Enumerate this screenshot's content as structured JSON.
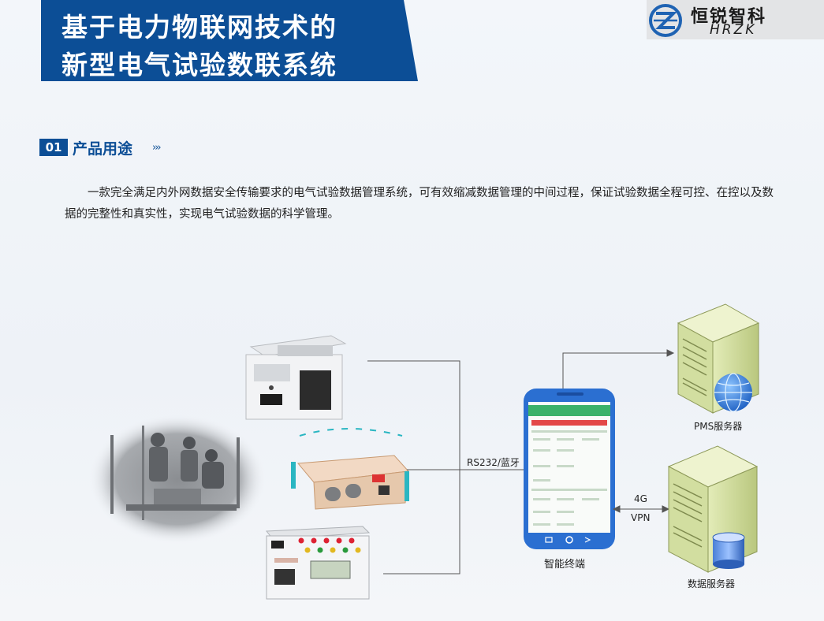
{
  "header": {
    "title_line1": "基于电力物联网技术的",
    "title_line2": "新型电气试验数联系统",
    "brand_cn": "恒锐智科",
    "brand_en": "HRZK"
  },
  "section": {
    "number": "01",
    "title": "产品用途",
    "chevrons": "›››",
    "description": "一款完全满足内外网数据安全传输要求的电气试验数据管理系统，可有效缩减数据管理的中间过程，保证试验数据全程可控、在控以及数据的完整性和真实性，实现电气试验数据的科学管理。"
  },
  "diagram": {
    "link_label": "RS232/蓝牙",
    "terminal_label": "智能终端",
    "pms_label": "PMS服务器",
    "data_server_label": "数据服务器",
    "net_label_1": "4G",
    "net_label_2": "VPN"
  },
  "colors": {
    "brand_blue": "#0c4e96",
    "phone_blue": "#2b6fd1",
    "server_green": "#d8e4a4"
  }
}
